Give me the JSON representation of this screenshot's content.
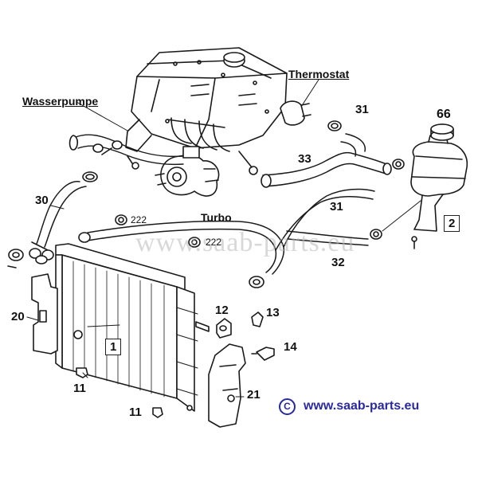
{
  "labels": {
    "wasserpumpe": "Wasserpumpe",
    "thermostat": "Thermostat",
    "turbo": "Turbo",
    "p1": "1",
    "p2": "2",
    "p11a": "11",
    "p11b": "11",
    "p12": "12",
    "p13": "13",
    "p14": "14",
    "p20": "20",
    "p21": "21",
    "p222a": "222",
    "p222b": "222",
    "p30": "30",
    "p31a": "31",
    "p31b": "31",
    "p32": "32",
    "p33": "33",
    "p66": "66"
  },
  "watermark": "www.saab-parts.eu",
  "credit": {
    "symbol": "C",
    "url": "www.saab-parts.eu"
  },
  "colors": {
    "line": "#1a1a1a",
    "hose": "#ffffff",
    "credit": "#2a2aa0",
    "watermark": "#b9b9b9"
  }
}
